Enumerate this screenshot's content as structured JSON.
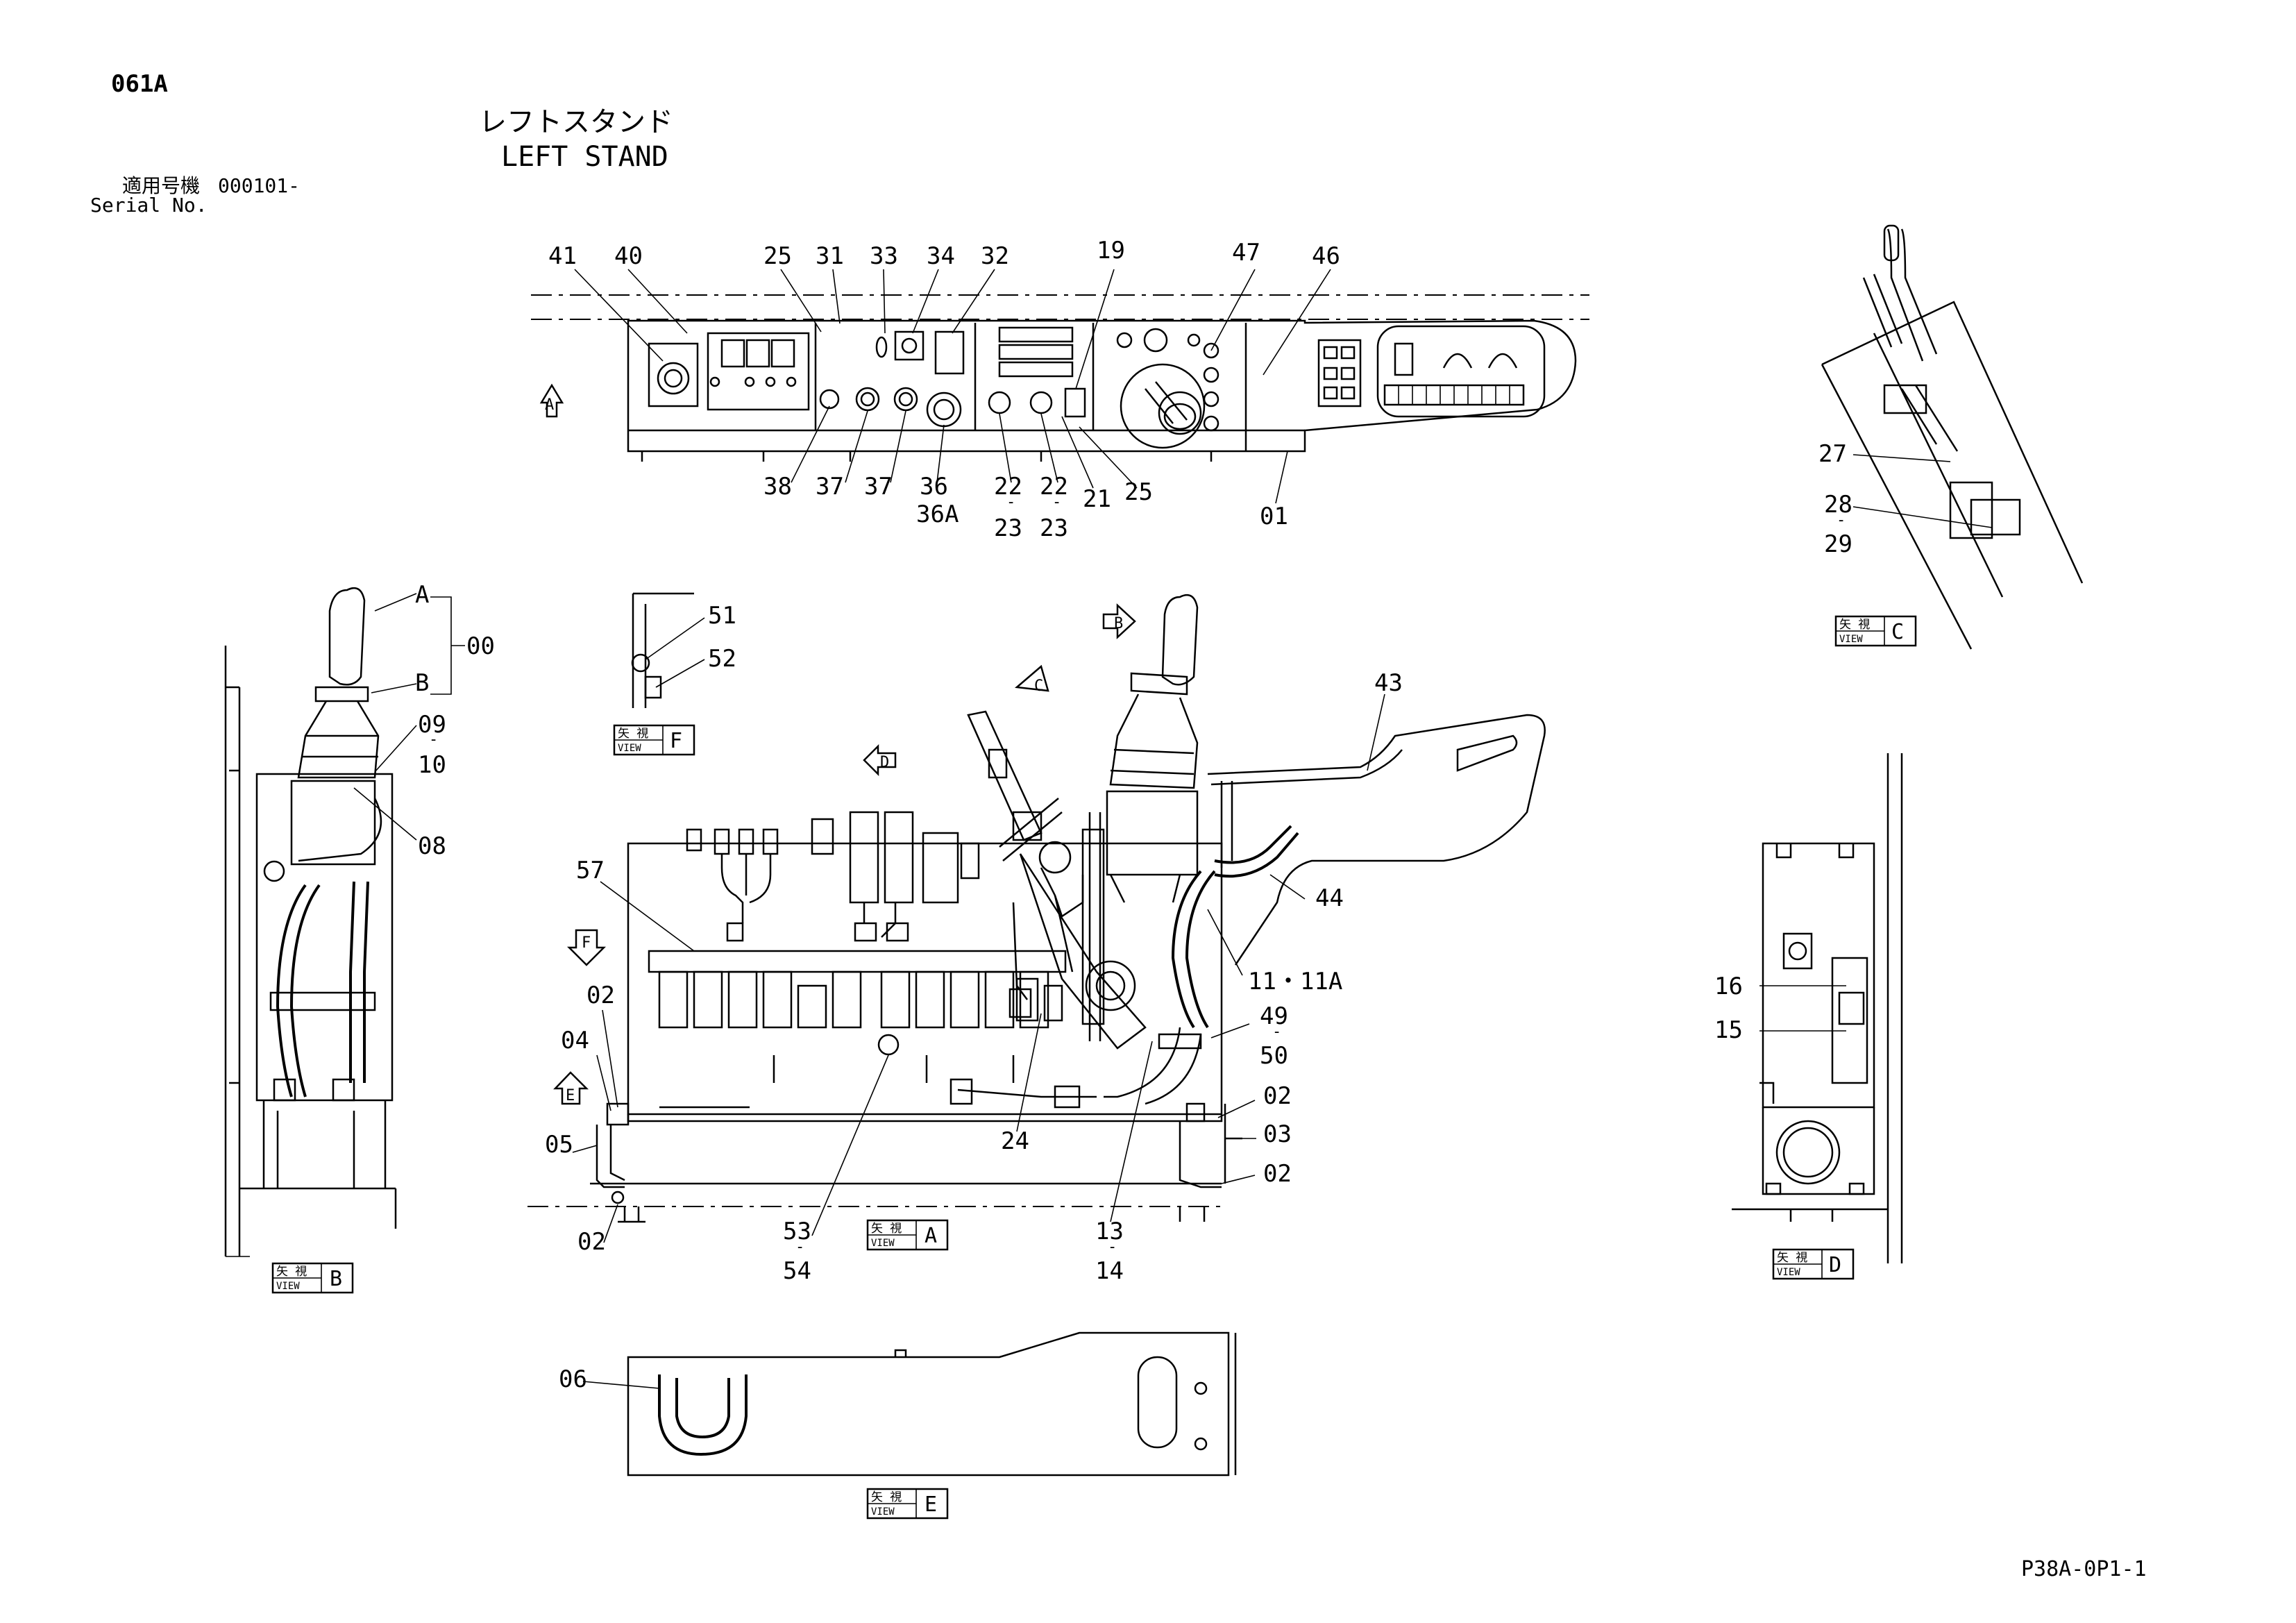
{
  "header": {
    "page_code": "061A",
    "title_jp": "レフトスタンド",
    "title_en": "LEFT STAND",
    "serial_label_jp": "適用号機",
    "serial_from": "000101-",
    "serial_label_en": "Serial No."
  },
  "footer": {
    "drawing_id": "P38A-0P1-1"
  },
  "view_marker_text": {
    "jp": "矢 視",
    "en": "VIEW"
  },
  "view_labels": {
    "A": "A",
    "B": "B",
    "C": "C",
    "D": "D",
    "E": "E",
    "F": "F"
  },
  "view_arrows": [
    "A",
    "B",
    "C",
    "D",
    "E",
    "F"
  ],
  "part_callouts": {
    "top_panel": [
      "41",
      "40",
      "25",
      "31",
      "33",
      "34",
      "32",
      "19",
      "47",
      "46",
      "38",
      "37",
      "37",
      "36",
      "36A",
      "22",
      "23",
      "22",
      "23",
      "21",
      "25",
      "01"
    ],
    "view_b": [
      "A",
      "B",
      "00",
      "09",
      "10",
      "08"
    ],
    "view_f": [
      "51",
      "52"
    ],
    "view_a": [
      "57",
      "02",
      "04",
      "05",
      "02",
      "53",
      "54",
      "24",
      "13",
      "14",
      "49",
      "50",
      "11・11A",
      "44",
      "43",
      "02",
      "03",
      "02"
    ],
    "view_c": [
      "27",
      "28",
      "29"
    ],
    "view_d": [
      "16",
      "15"
    ],
    "view_e": [
      "06"
    ]
  }
}
